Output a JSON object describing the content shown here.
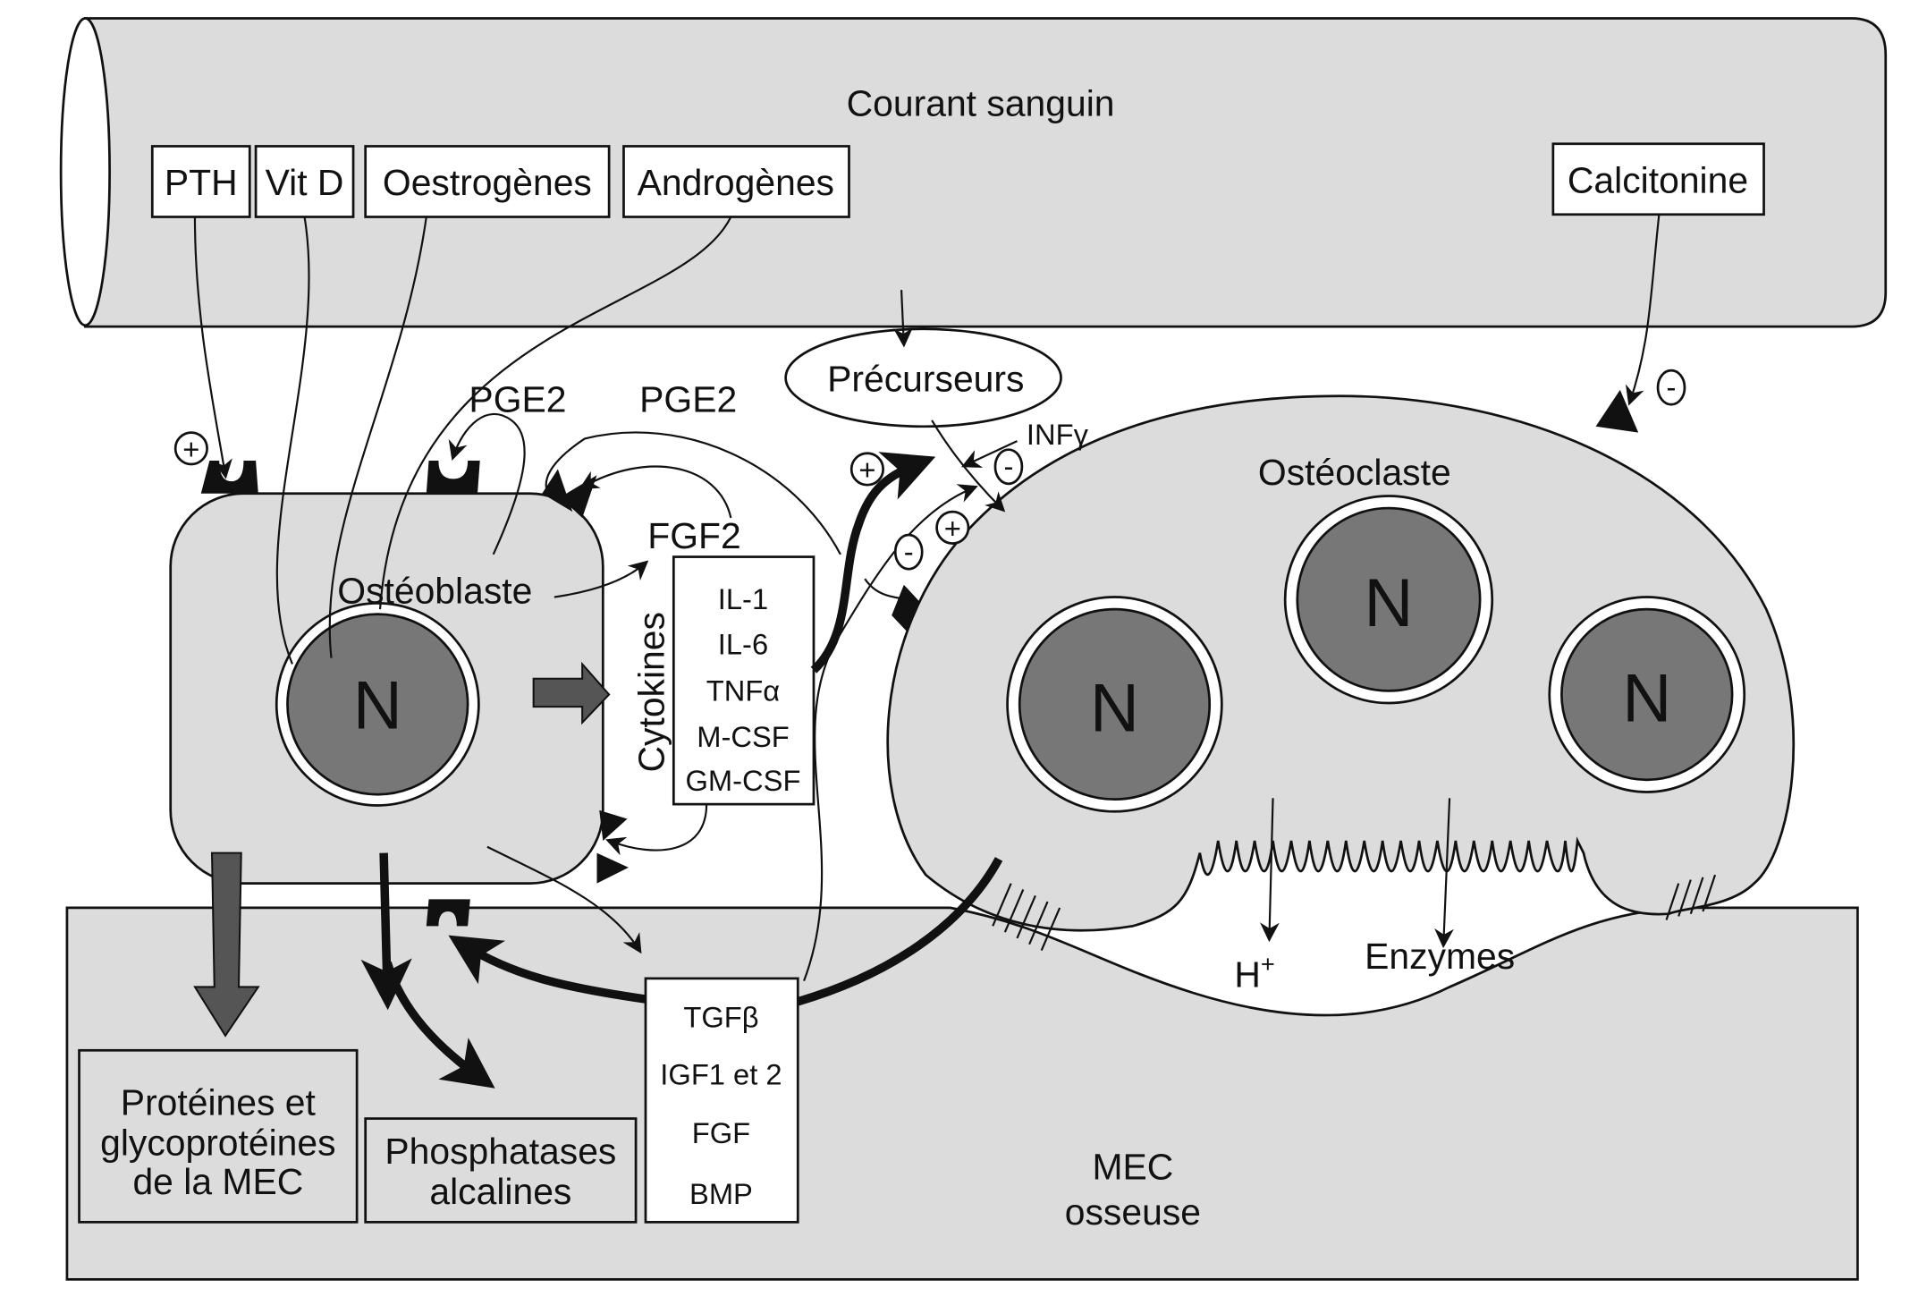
{
  "blood_stream": {
    "label": "Courant sanguin"
  },
  "hormones": [
    "PTH",
    "Vit D",
    "Oestrogènes",
    "Androgènes",
    "Calcitonine"
  ],
  "osteoblast": {
    "label": "Ostéoblaste",
    "nucleus": "N"
  },
  "osteoclast": {
    "label": "Ostéoclaste",
    "nuclei": [
      "N",
      "N",
      "N"
    ]
  },
  "precursors": "Précurseurs",
  "pge2": [
    "PGE2",
    "PGE2"
  ],
  "fgf2": "FGF2",
  "infg": "INFγ",
  "cytokines": {
    "title": "Cytokines",
    "items": [
      "IL-1",
      "IL-6",
      "TNFα",
      "M-CSF",
      "GM-CSF"
    ]
  },
  "growth_factors": [
    "TGFβ",
    "IGF1 et 2",
    "FGF",
    "BMP"
  ],
  "products": {
    "proteins": [
      "Protéines et",
      "glycoprotéines",
      "de la MEC"
    ],
    "phosphatases": [
      "Phosphatases",
      "alcalines"
    ]
  },
  "resorption": {
    "proton": "H",
    "proton_sup": "+",
    "enzymes": "Enzymes"
  },
  "matrix": [
    "MEC",
    "osseuse"
  ],
  "signs": {
    "plus": "+",
    "minus": "-"
  },
  "colors": {
    "cell_fill": "#dcdcdc",
    "nucleus_fill": "#777777",
    "line": "#111111"
  }
}
